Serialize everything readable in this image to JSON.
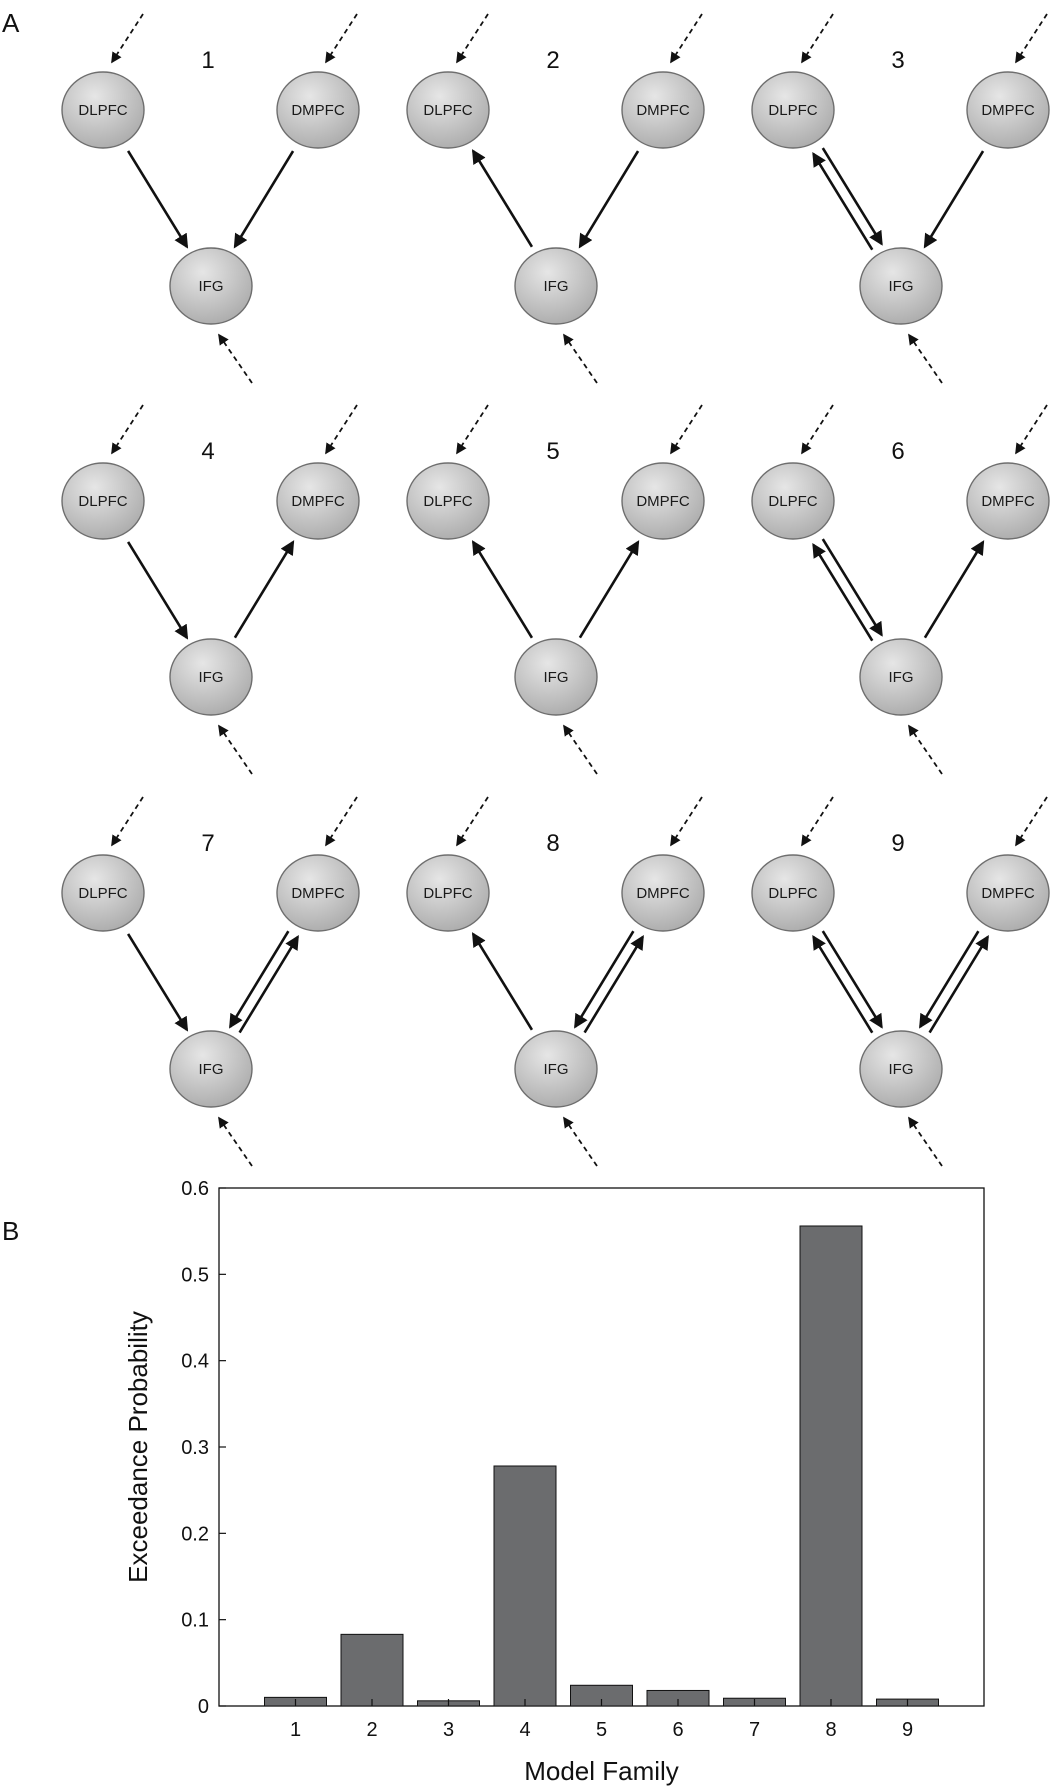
{
  "panel_a": {
    "letter": "A",
    "models": [
      {
        "number": "1",
        "dl_to_ifg": true,
        "ifg_to_dl": false,
        "dm_to_ifg": true,
        "ifg_to_dm": false
      },
      {
        "number": "2",
        "dl_to_ifg": false,
        "ifg_to_dl": true,
        "dm_to_ifg": true,
        "ifg_to_dm": false
      },
      {
        "number": "3",
        "dl_to_ifg": true,
        "ifg_to_dl": true,
        "dm_to_ifg": true,
        "ifg_to_dm": false
      },
      {
        "number": "4",
        "dl_to_ifg": true,
        "ifg_to_dl": false,
        "dm_to_ifg": false,
        "ifg_to_dm": true
      },
      {
        "number": "5",
        "dl_to_ifg": false,
        "ifg_to_dl": true,
        "dm_to_ifg": false,
        "ifg_to_dm": true
      },
      {
        "number": "6",
        "dl_to_ifg": true,
        "ifg_to_dl": true,
        "dm_to_ifg": false,
        "ifg_to_dm": true
      },
      {
        "number": "7",
        "dl_to_ifg": true,
        "ifg_to_dl": false,
        "dm_to_ifg": true,
        "ifg_to_dm": true
      },
      {
        "number": "8",
        "dl_to_ifg": false,
        "ifg_to_dl": true,
        "dm_to_ifg": true,
        "ifg_to_dm": true
      },
      {
        "number": "9",
        "dl_to_ifg": true,
        "ifg_to_dl": true,
        "dm_to_ifg": true,
        "ifg_to_dm": true
      }
    ],
    "node_labels": {
      "left": "DLPFC",
      "right": "DMPFC",
      "bottom": "IFG"
    },
    "colors": {
      "node_fill": "#a9a9a9",
      "node_highlight": "#e6e6e6",
      "node_stroke": "#6e6e6e",
      "arrow": "#111111"
    }
  },
  "panel_b": {
    "letter": "B",
    "chart_data": {
      "type": "bar",
      "categories": [
        "1",
        "2",
        "3",
        "4",
        "5",
        "6",
        "7",
        "8",
        "9"
      ],
      "values": [
        0.01,
        0.083,
        0.006,
        0.278,
        0.024,
        0.018,
        0.009,
        0.556,
        0.008
      ],
      "xlabel": "Model Family",
      "ylabel": "Exceedance Probability",
      "ylim": [
        0,
        0.6
      ],
      "yticks": [
        0,
        0.1,
        0.2,
        0.3,
        0.4,
        0.5,
        0.6
      ],
      "ytick_labels": [
        "0",
        "0.1",
        "0.2",
        "0.3",
        "0.4",
        "0.5",
        "0.6"
      ],
      "bar_color": "#6b6c6e",
      "grid": false,
      "legend": "none"
    }
  }
}
